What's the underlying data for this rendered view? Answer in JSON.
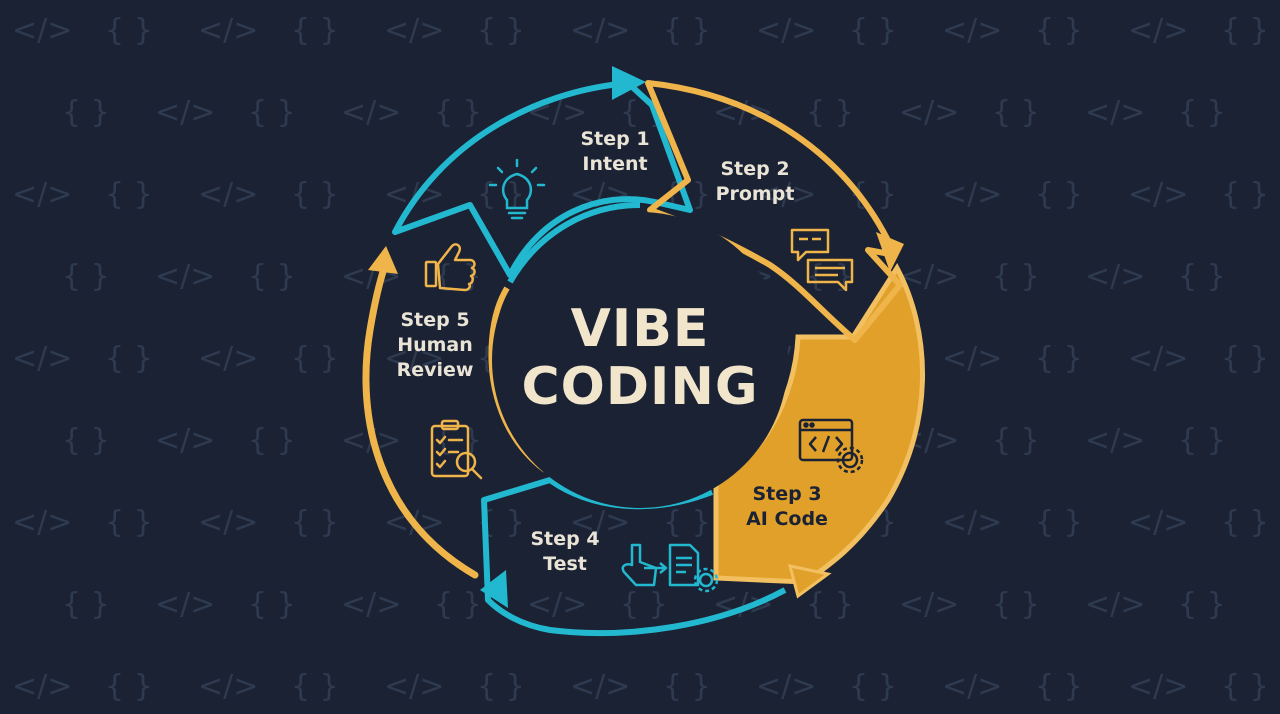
{
  "title": {
    "line1": "VIBE",
    "line2": "CODING"
  },
  "background_symbols": [
    "</>",
    "{ }"
  ],
  "steps": [
    {
      "label": "Step 1",
      "name": "Intent",
      "icon": "lightbulb-icon",
      "color": "#22b8cf"
    },
    {
      "label": "Step 2",
      "name": "Prompt",
      "icon": "chat-bubbles-icon",
      "color": "#efb44a"
    },
    {
      "label": "Step 3",
      "name": "AI Code",
      "icon": "code-window-gear-icon",
      "color": "#e0a02a"
    },
    {
      "label": "Step 4",
      "name": "Test",
      "icon": "hand-document-gear-icon",
      "color": "#22b8cf"
    },
    {
      "label": "Step 5",
      "name": "Human",
      "name2": "Review",
      "icon": "thumbs-up-checklist-icon",
      "color": "#efb44a"
    }
  ],
  "colors": {
    "background": "#1b2233",
    "teal": "#22b8cf",
    "gold": "#efb44a",
    "gold_dark": "#e0a02a",
    "text_light": "#e9e4d6"
  }
}
